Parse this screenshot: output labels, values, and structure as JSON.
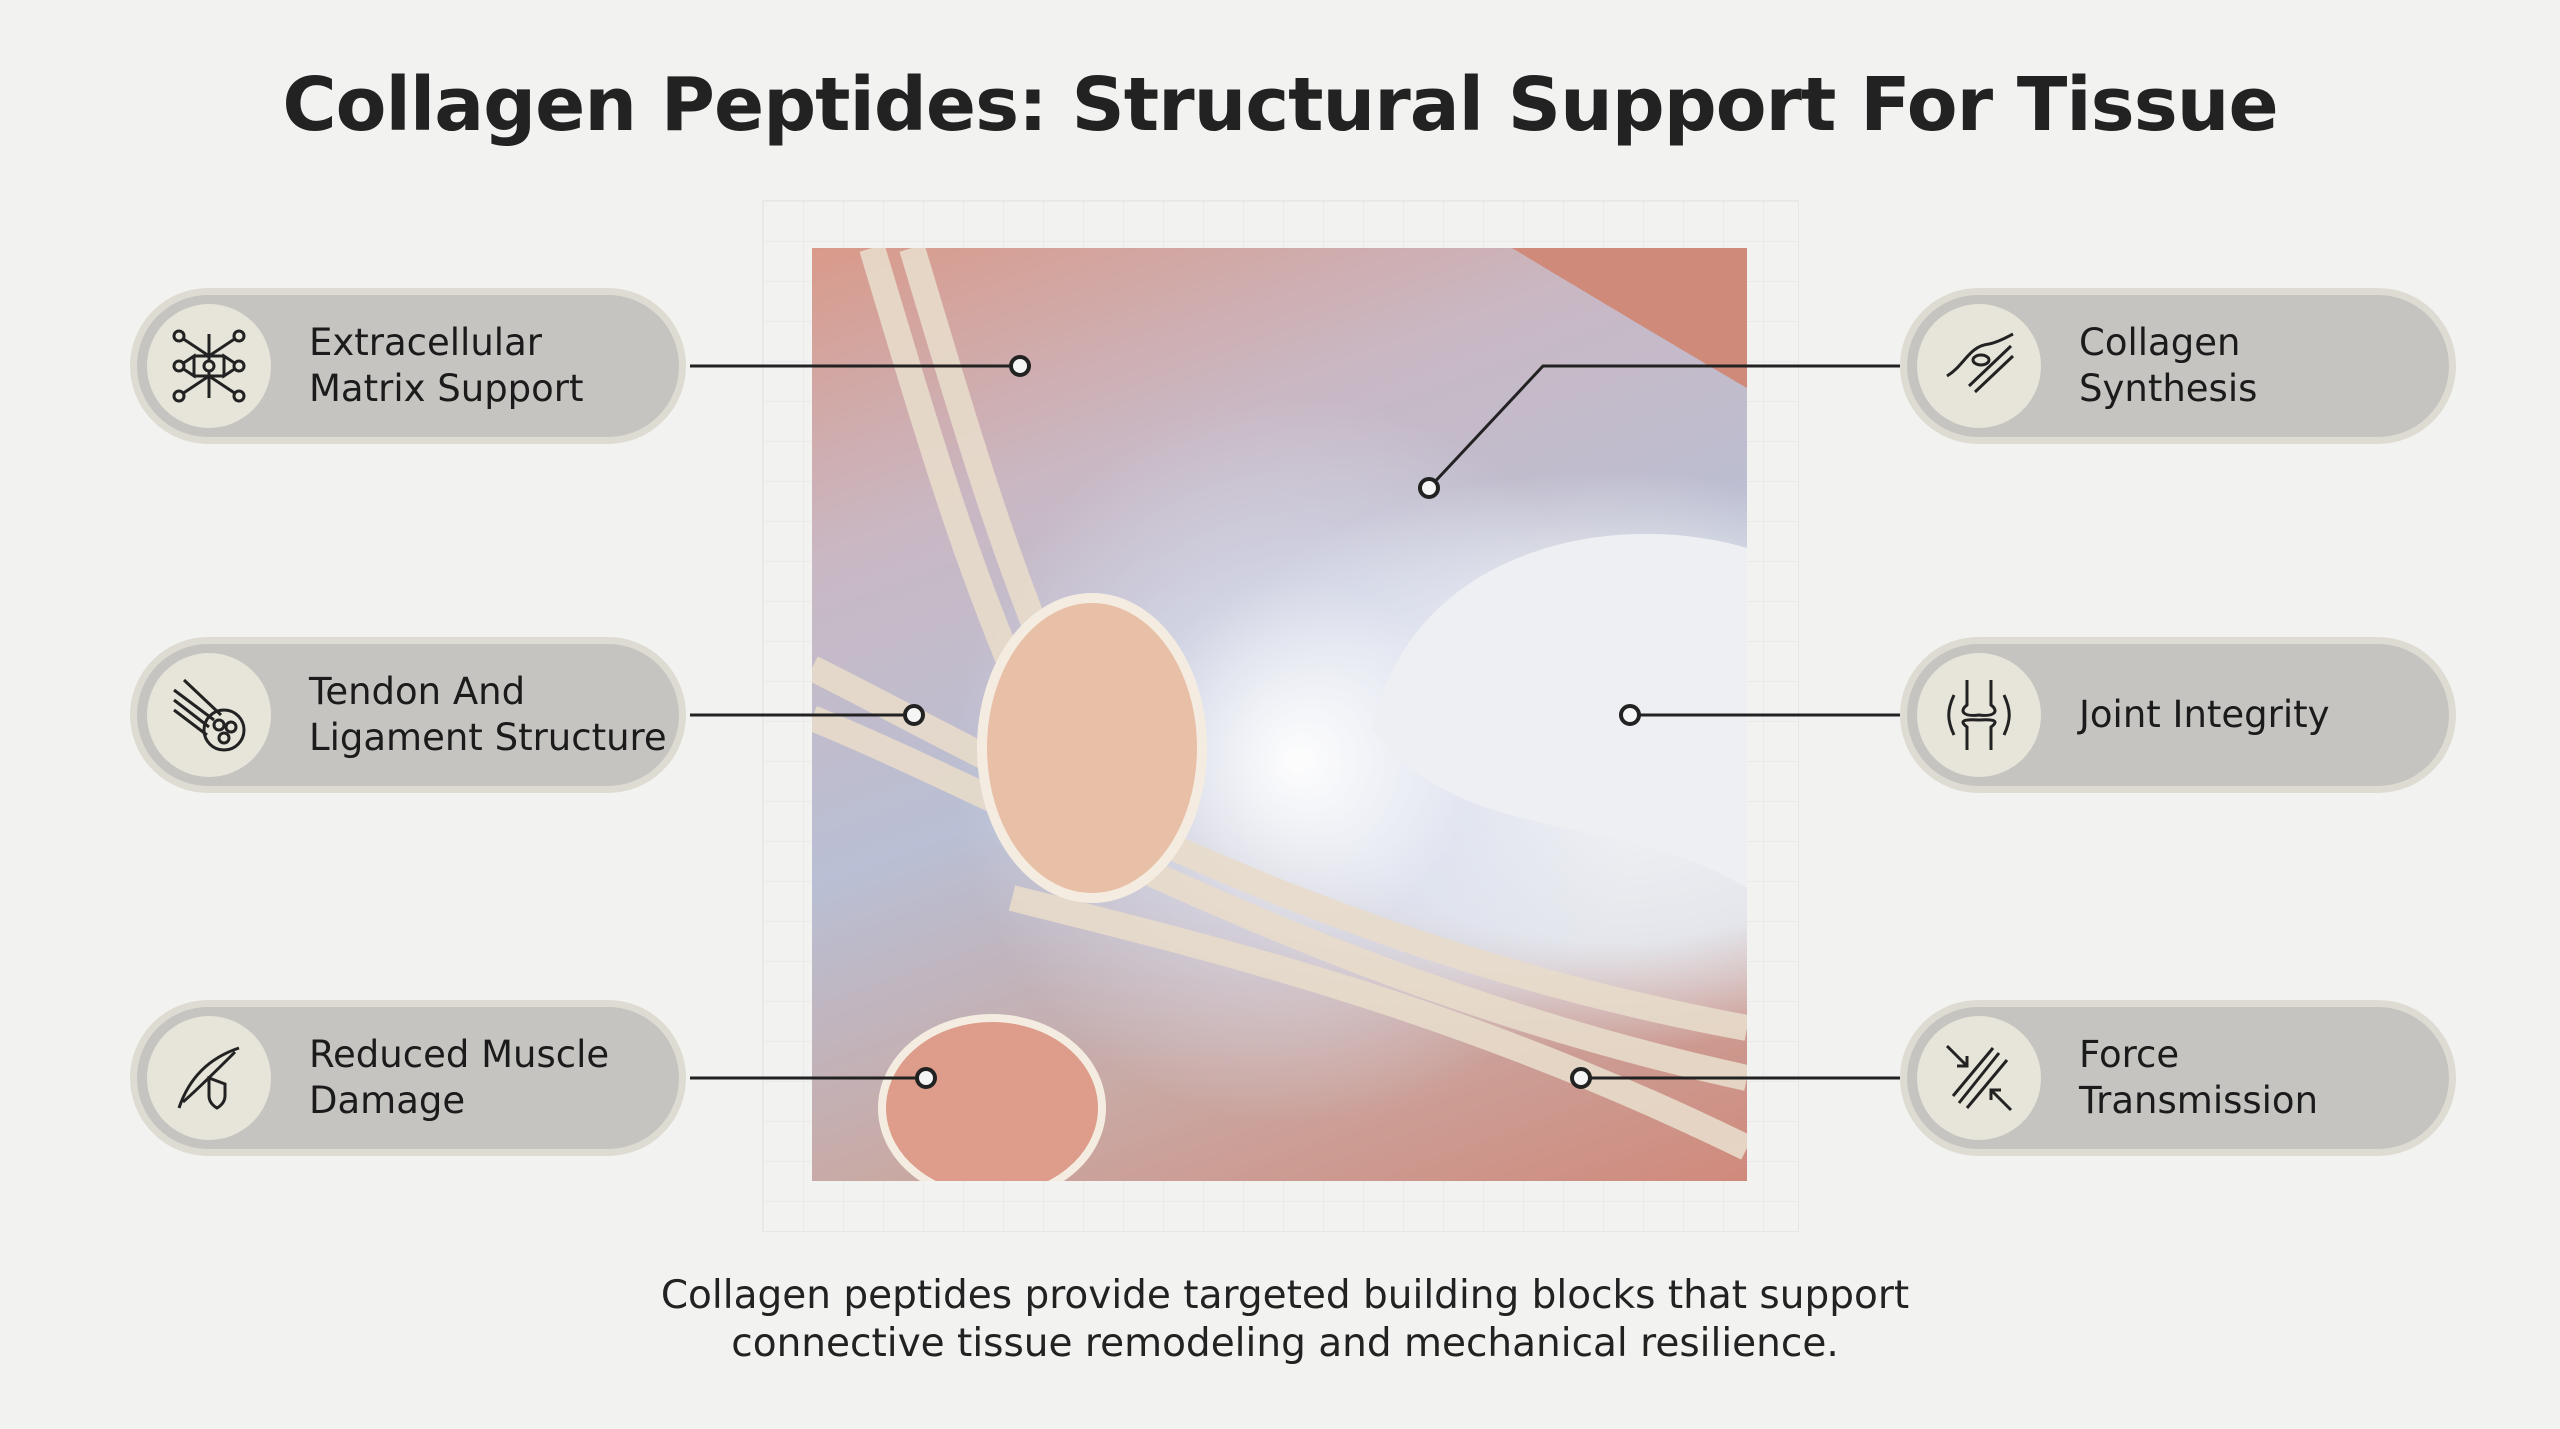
{
  "title": "Collagen Peptides: Structural Support For Tissue",
  "left_items": [
    {
      "label": "Extracellular\nMatrix Support",
      "icon": "molecular-network-icon"
    },
    {
      "label": "Tendon And\nLigament Structure",
      "icon": "fiber-bundle-icon"
    },
    {
      "label": "Reduced Muscle\nDamage",
      "icon": "muscle-shield-icon"
    }
  ],
  "right_items": [
    {
      "label": "Collagen\nSynthesis",
      "icon": "fibroblast-cell-icon"
    },
    {
      "label": "Joint Integrity",
      "icon": "knee-joint-icon"
    },
    {
      "label": "Force\nTransmission",
      "icon": "force-arrows-icon"
    }
  ],
  "caption": "Collagen peptides provide targeted building blocks that support\nconnective tissue remodeling and mechanical resilience."
}
